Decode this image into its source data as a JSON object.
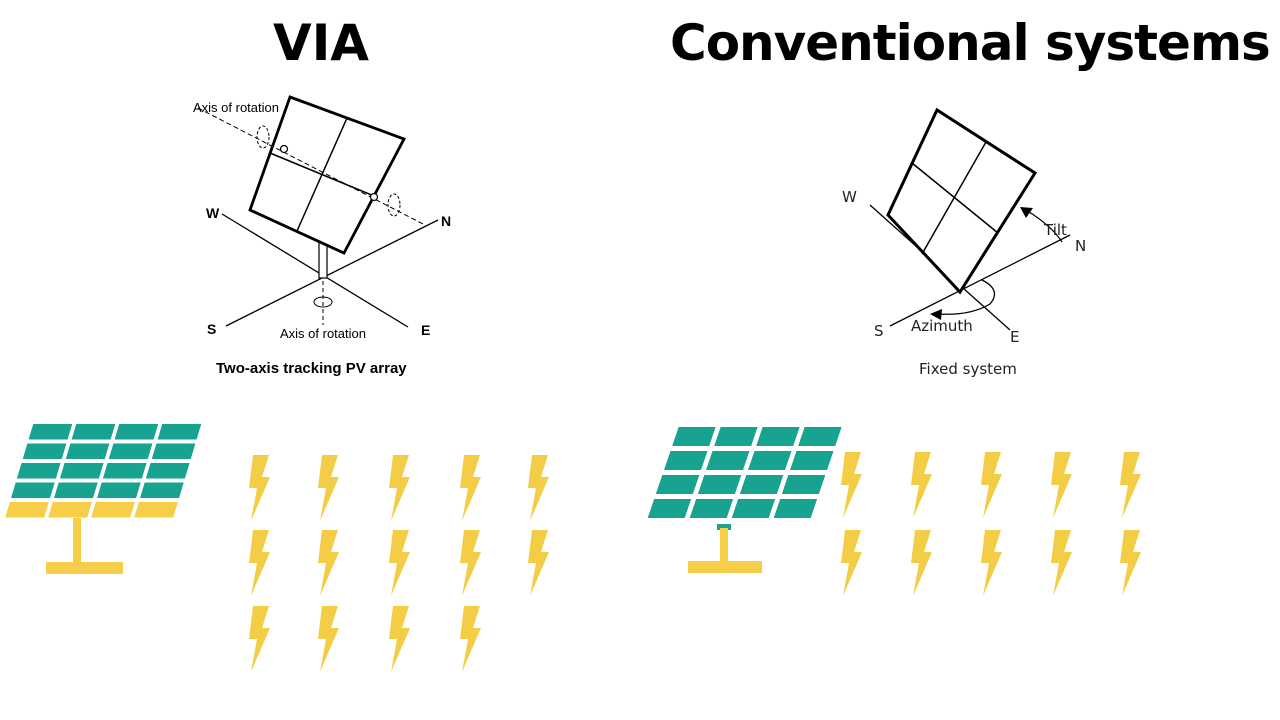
{
  "titles": {
    "left": "VIA",
    "right": "Conventional systems"
  },
  "diagram_left": {
    "axis_label_top": "Axis of rotation",
    "axis_label_bottom": "Axis of rotation",
    "dir_w": "W",
    "dir_n": "N",
    "dir_s": "S",
    "dir_e": "E",
    "caption": "Two-axis tracking PV array"
  },
  "diagram_right": {
    "dir_w": "W",
    "dir_n": "N",
    "dir_s": "S",
    "dir_e": "E",
    "tilt_label": "Tilt",
    "azimuth_label": "Azimuth",
    "caption": "Fixed system"
  },
  "energy_output": {
    "via_bolts": 14,
    "conventional_bolts": 10
  },
  "colors": {
    "panel_teal": "#17a38f",
    "stand_yellow": "#f6ce4a",
    "bolt_yellow": "#f4cd47"
  }
}
